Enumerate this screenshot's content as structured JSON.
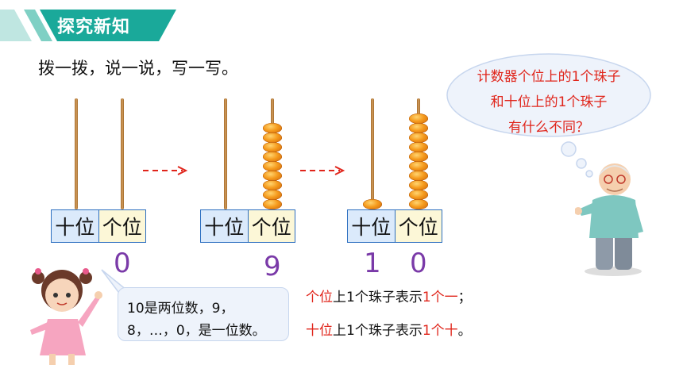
{
  "header": {
    "title": "探究新知",
    "accent_color": "#1aa99a"
  },
  "instruction": "拨一拨，说一说，写一写。",
  "abaci": [
    {
      "tens_label": "十位",
      "ones_label": "个位",
      "tens_beads": 0,
      "ones_beads": 0,
      "number": [
        "",
        "0"
      ]
    },
    {
      "tens_label": "十位",
      "ones_label": "个位",
      "tens_beads": 0,
      "ones_beads": 9,
      "number": [
        "",
        "9"
      ]
    },
    {
      "tens_label": "十位",
      "ones_label": "个位",
      "tens_beads": 1,
      "ones_beads": 10,
      "number": [
        "1",
        "0"
      ]
    }
  ],
  "thought_bubble": {
    "line1": "计数器个位上的1个珠子",
    "line2": "和十位上的1个珠子",
    "line3": "有什么不同？"
  },
  "girl_speech": {
    "line1": "10是两位数，9，",
    "line2": "8，…，0，是一位数。"
  },
  "rules": {
    "ones": {
      "place": "个位",
      "mid": "上1个珠子表示",
      "value": "1个一",
      "end": "；"
    },
    "tens": {
      "place": "十位",
      "mid": "上1个珠子表示",
      "value": "1个十",
      "end": "。"
    }
  },
  "colors": {
    "digit": "#7a3aa8",
    "highlight": "#e0251b",
    "bead": "#f59a1c"
  }
}
